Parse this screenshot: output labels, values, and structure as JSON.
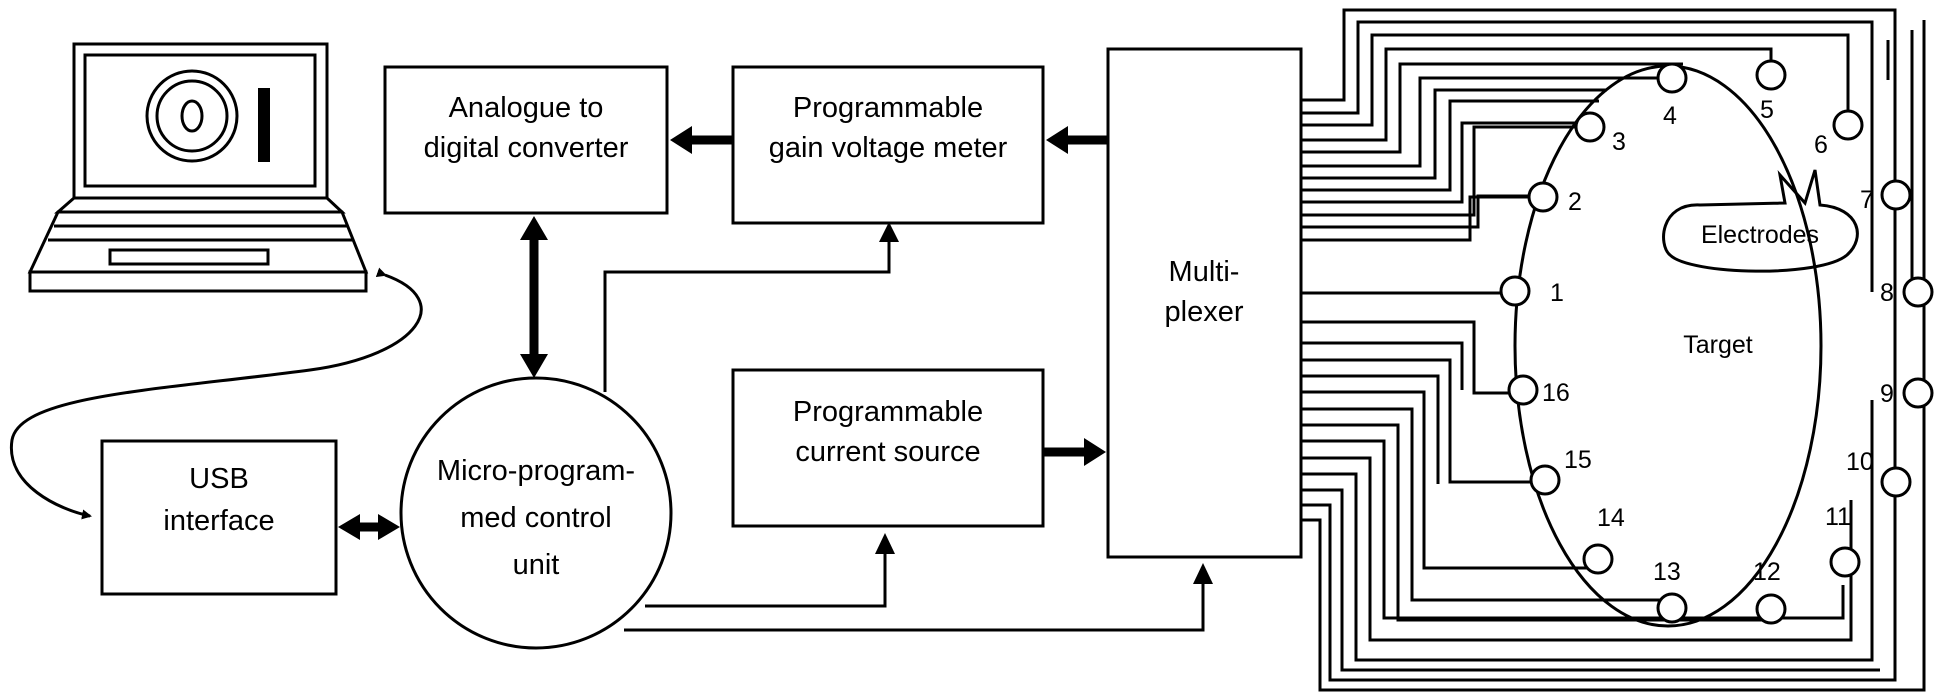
{
  "blocks": {
    "adc": [
      "Analogue to",
      "digital converter"
    ],
    "pgvm": [
      "Programmable",
      "gain voltage meter"
    ],
    "pcs": [
      "Programmable",
      "current source"
    ],
    "mux": [
      "Multi-",
      "plexer"
    ],
    "usb": [
      "USB",
      "interface"
    ],
    "mcu": [
      "Micro-program-",
      "med control",
      "unit"
    ]
  },
  "target_label": "Target",
  "electrodes_label": "Electrodes",
  "electrode_numbers": [
    "1",
    "2",
    "3",
    "4",
    "5",
    "6",
    "7",
    "8",
    "9",
    "10",
    "11",
    "12",
    "13",
    "14",
    "15",
    "16"
  ]
}
